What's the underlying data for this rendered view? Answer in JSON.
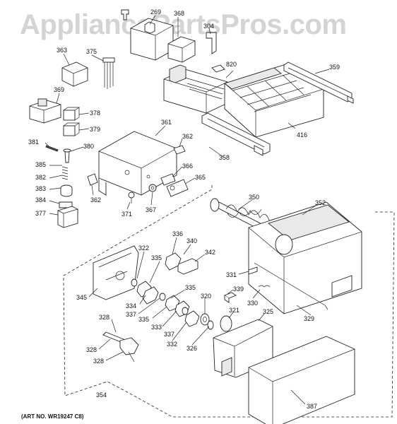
{
  "watermark": "AppliancePartsPros.com",
  "art_number": "(ART NO. WR19247 C8)",
  "part_labels": {
    "p269": "269",
    "p368": "368",
    "p304": "304",
    "p363": "363",
    "p375": "375",
    "p820": "820",
    "p359": "359",
    "p369": "369",
    "p378": "378",
    "p379": "379",
    "p416": "416",
    "p361": "361",
    "p362a": "362",
    "p381": "381",
    "p380": "380",
    "p385": "385",
    "p382": "382",
    "p383": "383",
    "p384": "384",
    "p377": "377",
    "p358": "358",
    "p366": "366",
    "p365": "365",
    "p362b": "362",
    "p371": "371",
    "p367": "367",
    "p350": "350",
    "p352": "352",
    "p336": "336",
    "p340": "340",
    "p322": "322",
    "p335a": "335",
    "p342": "342",
    "p331": "331",
    "p345": "345",
    "p334": "334",
    "p337a": "337",
    "p335b": "335",
    "p320": "320",
    "p339": "339",
    "p330": "330",
    "p333": "333",
    "p335c": "335",
    "p337b": "337",
    "p321": "321",
    "p325": "325",
    "p329": "329",
    "p328a": "328",
    "p332": "332",
    "p326": "326",
    "p328b": "328",
    "p328c": "328",
    "p354": "354",
    "p387": "387"
  }
}
